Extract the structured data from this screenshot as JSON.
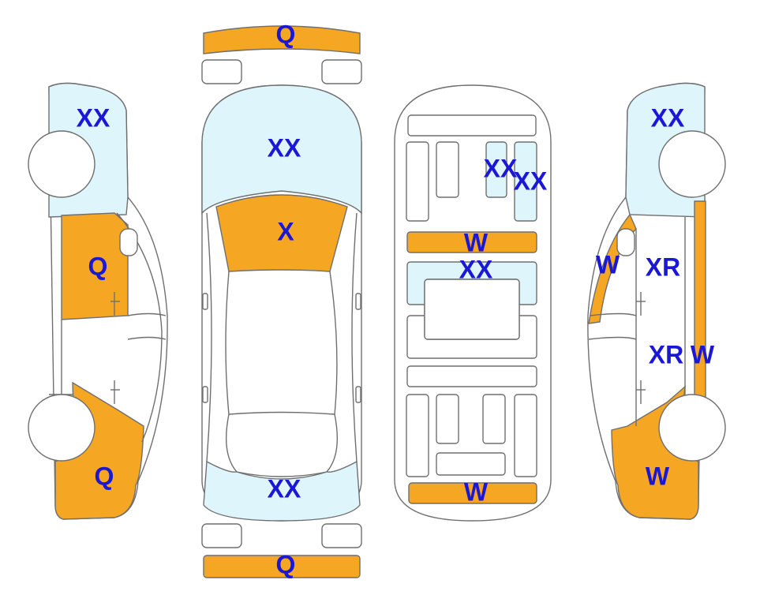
{
  "colors": {
    "orange": "#f5a623",
    "light_blue": "#def5fb",
    "outline": "#6f6f6f",
    "label": "#1a17d6"
  },
  "marks": {
    "top_front_bumper": "Q",
    "top_hood": "XX",
    "top_windshield": "X",
    "top_trunk": "XX",
    "top_rear_bumper": "Q",
    "left_front_fender": "XX",
    "left_front_door": "Q",
    "left_rear_quarter": "Q",
    "floor_seat_a": "XX",
    "floor_seat_b": "XX",
    "floor_crossmember_front": "W",
    "floor_center_panel": "XX",
    "floor_crossmember_rear": "W",
    "right_front_fender": "XX",
    "right_a_pillar": "W",
    "right_front_door": "XR",
    "right_rear_door": "XR",
    "right_rocker": "W",
    "right_rear_quarter": "W"
  }
}
